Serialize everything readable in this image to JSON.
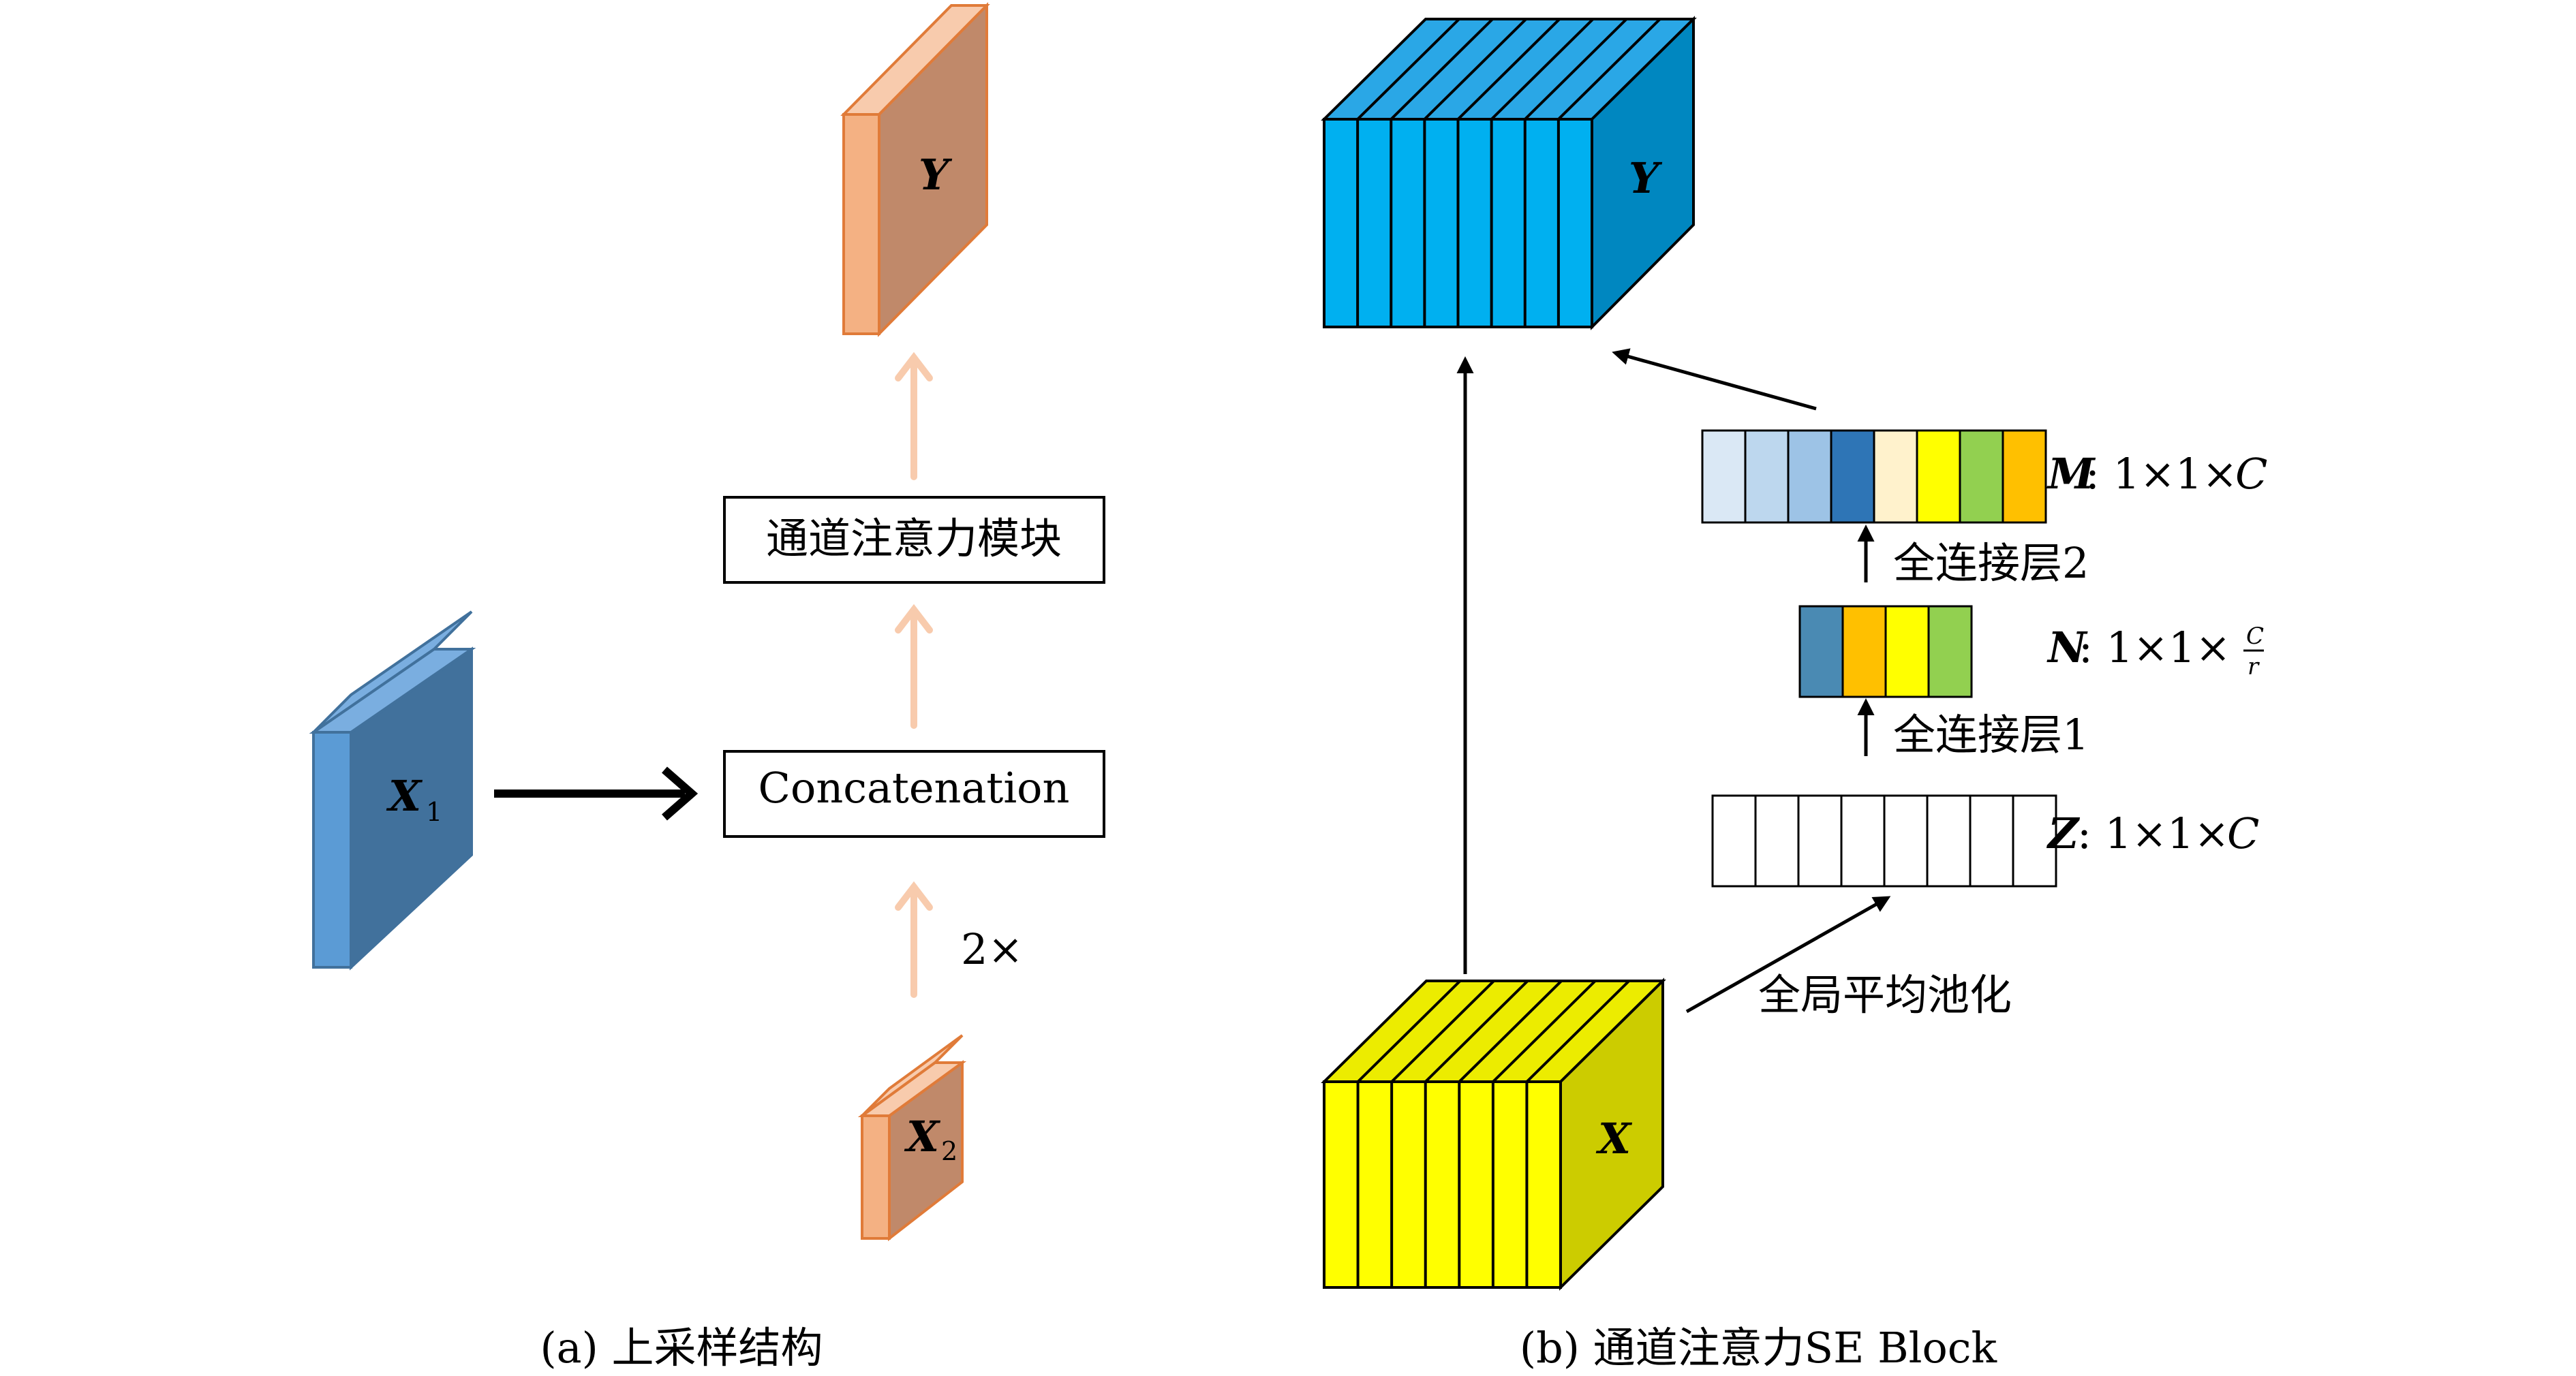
{
  "panel_a": {
    "caption": "(a) 上采样结构",
    "x1_label": "X",
    "x1_sub": "1",
    "x2_label": "X",
    "x2_sub": "2",
    "y_label": "Y",
    "concat_label": "Concatenation",
    "attention_label": "通道注意力模块",
    "upsample_label": "2×",
    "colors": {
      "blue_front": "#5b9bd5",
      "blue_side": "#41719c",
      "orange_front": "#f4b183",
      "orange_side": "#c0896a",
      "arrow_peach": "#f8cbad"
    }
  },
  "panel_b": {
    "caption": "(b) 通道注意力SE Block",
    "x_label": "X",
    "y_label": "Y",
    "gap_label": "全局平均池化",
    "fc1_label": "全连接层1",
    "fc2_label": "全连接层2",
    "z_name": "Z",
    "z_dims": ": 1×1×",
    "z_c": "C",
    "n_name": "N",
    "n_dims": ": 1×1×",
    "n_frac_num": "C",
    "n_frac_den": "r",
    "m_name": "M",
    "m_dims": ": 1×1×",
    "m_c": "C",
    "m_cells": [
      "#dae8f5",
      "#bdd7ee",
      "#9dc3e6",
      "#2e75b6",
      "#fff2cc",
      "#ffff00",
      "#92d050",
      "#ffc000"
    ],
    "n_cells": [
      "#4a8ab3",
      "#ffc000",
      "#ffff00",
      "#92d050"
    ],
    "z_cell_count": 8,
    "colors": {
      "y_front": "#00b0f0",
      "y_top": "#2aa7e6",
      "y_side": "#0087c0",
      "x_front": "#ffff00",
      "x_top": "#ecec00",
      "x_side": "#cccc00"
    }
  }
}
